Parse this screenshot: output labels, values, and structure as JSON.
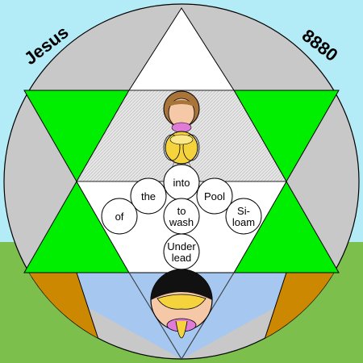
{
  "corner_left": "Jesus",
  "corner_right": "8880",
  "circles": {
    "into": "into",
    "the": "the",
    "pool": "Pool",
    "of": "of",
    "to_wash": [
      "to",
      "wash"
    ],
    "siloam": [
      "Si-",
      "loam"
    ],
    "underlead": [
      "Under",
      "lead"
    ]
  },
  "colors": {
    "sky": "#b3ecf7",
    "grass": "#7dbf4d",
    "disc": "#c8c8c8",
    "green": "#00ee00",
    "brown": "#cc8800",
    "water": "#a6c8f0",
    "center_grey": "#e6e6e6",
    "white": "#ffffff",
    "yellow": "#f5d33c",
    "skin": "#f5c8a8",
    "hair": "#a9743a",
    "pink": "#e07cd8"
  }
}
